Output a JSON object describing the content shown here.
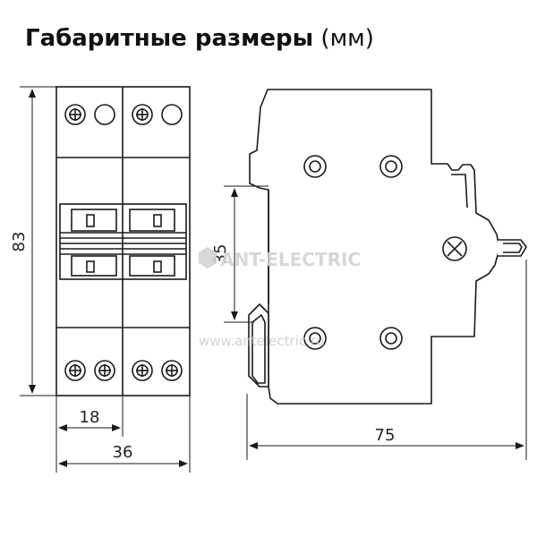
{
  "title": {
    "main": "Габаритные размеры",
    "unit": "(мм)"
  },
  "dimensions": {
    "height": "83",
    "din_rail": "35",
    "module_width": "18",
    "total_width": "36",
    "depth": "75"
  },
  "watermark": {
    "brand": "ANT-ELECTRIC",
    "url": "www.antelectric.ru"
  },
  "colors": {
    "line": "#1a1a1a",
    "fill": "#ffffff",
    "watermark": "#d0d0d0"
  }
}
